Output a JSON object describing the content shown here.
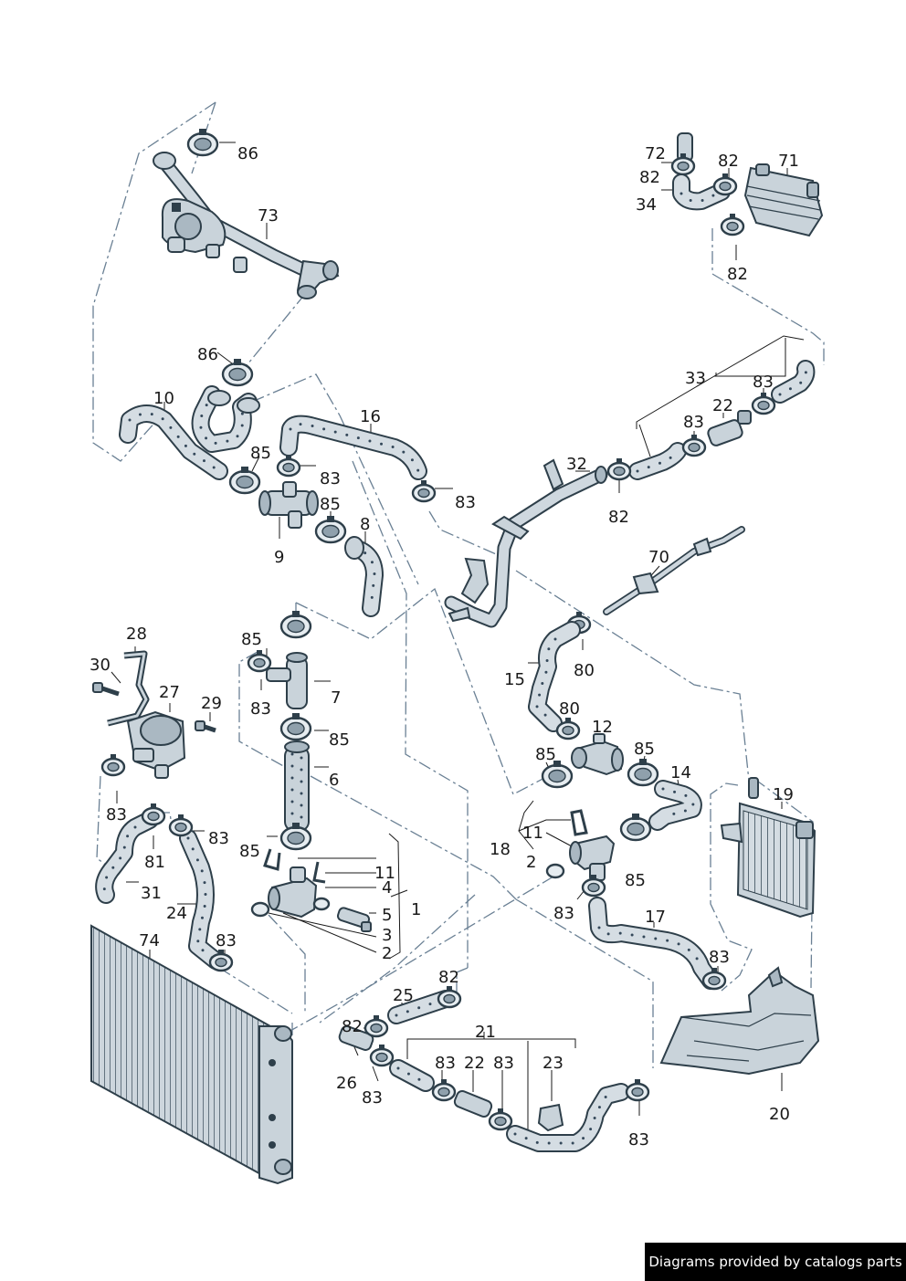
{
  "callouts": {
    "c86a": "86",
    "c73": "73",
    "c86b": "86",
    "c10": "10",
    "c85a": "85",
    "c83a": "83",
    "c16": "16",
    "c83b": "83",
    "c9": "9",
    "c85b": "85",
    "c8": "8",
    "c72": "72",
    "c82a": "82",
    "c82b": "82",
    "c71": "71",
    "c34": "34",
    "c82c": "82",
    "c33": "33",
    "c83c": "83",
    "c22a": "22",
    "c83d": "83",
    "c32": "32",
    "c82d": "82",
    "c70": "70",
    "c80a": "80",
    "c15": "15",
    "c80b": "80",
    "c12": "12",
    "c85c": "85",
    "c85d": "85",
    "c14": "14",
    "c19": "19",
    "c85e": "85",
    "c7": "7",
    "c83e": "83",
    "c85f": "85",
    "c6": "6",
    "c28": "28",
    "c30": "30",
    "c27": "27",
    "c29": "29",
    "c83f": "83",
    "c81": "81",
    "c83g": "83",
    "c31": "31",
    "c24": "24",
    "c85g": "85",
    "c11a": "11",
    "c4": "4",
    "c1": "1",
    "c5": "5",
    "c3": "3",
    "c2a": "2",
    "c74": "74",
    "c83h": "83",
    "c18": "18",
    "c11b": "11",
    "c2b": "2",
    "c85h": "85",
    "c83i": "83",
    "c17": "17",
    "c83j": "83",
    "c20": "20",
    "c25": "25",
    "c82e": "82",
    "c82f": "82",
    "c21": "21",
    "c26": "26",
    "c83k": "83",
    "c83l": "83",
    "c22b": "22",
    "c83m": "83",
    "c23": "23",
    "c83n": "83"
  },
  "footer": {
    "text": "Diagrams provided by catalogs parts"
  },
  "colors": {
    "line": "#2e3f4a",
    "fill": "#c9d3da",
    "dash": "#6a8094",
    "footer_bg": "#000000"
  }
}
